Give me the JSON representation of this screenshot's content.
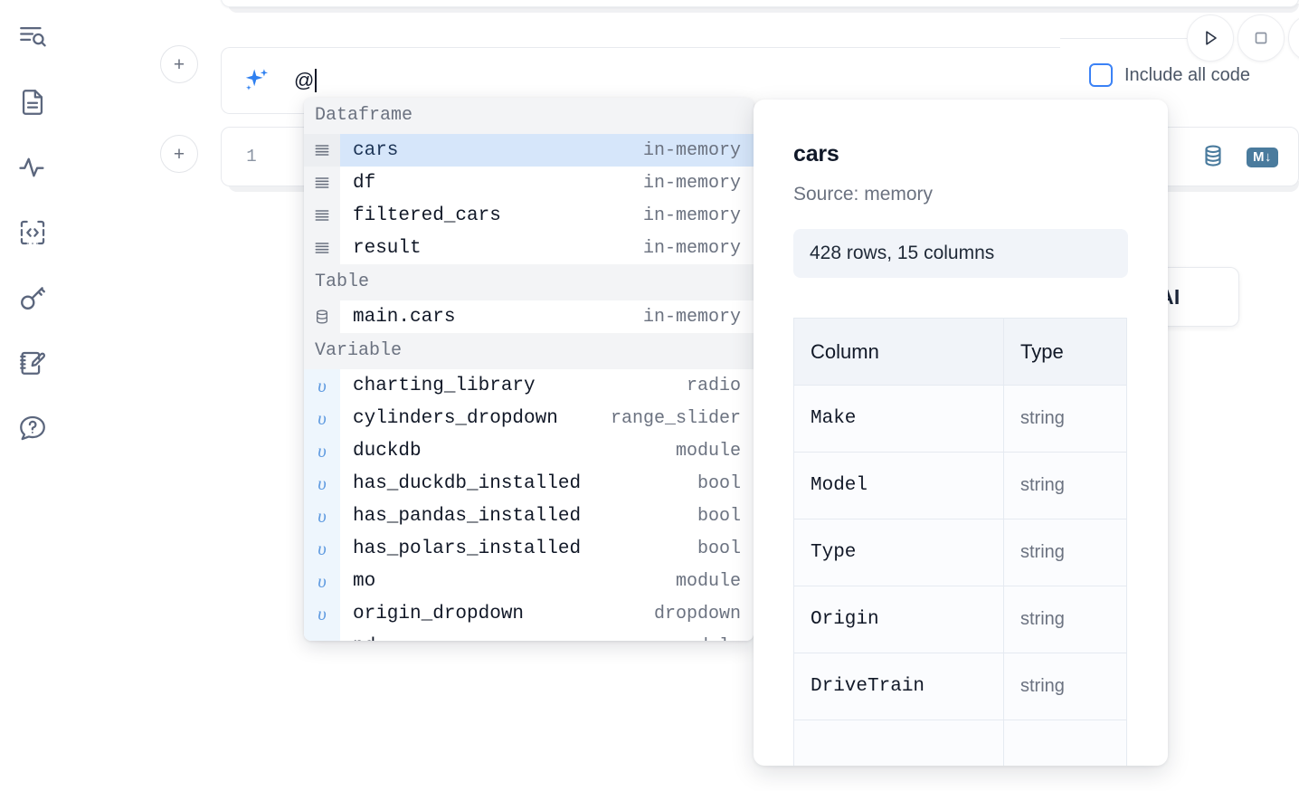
{
  "sidebar": {
    "items": [
      {
        "name": "outline-search-icon",
        "label": "Outline"
      },
      {
        "name": "document-icon",
        "label": "Notebook file"
      },
      {
        "name": "activity-pulse-icon",
        "label": "Activity"
      },
      {
        "name": "code-snippet-icon",
        "label": "Snippets"
      },
      {
        "name": "key-icon",
        "label": "Secrets"
      },
      {
        "name": "scratchpad-edit-icon",
        "label": "Scratchpad"
      },
      {
        "name": "help-chat-icon",
        "label": "Help"
      }
    ]
  },
  "prompt": {
    "value": "@",
    "icon": "sparkles-icon"
  },
  "toolbar": {
    "add_label": "+",
    "run_icon": "play-icon",
    "stop_icon": "stop-icon",
    "include_all_code_label": "Include all code",
    "include_all_code_checked": false
  },
  "cell": {
    "line_number": "1",
    "database_icon": "database-icon",
    "markdown_badge": "M↓"
  },
  "ai_chip": {
    "label": "AI"
  },
  "autocomplete": {
    "sections": [
      {
        "title": "Dataframe",
        "kind": "dataframe",
        "items": [
          {
            "name": "cars",
            "type": "in-memory",
            "selected": true,
            "icon": "dataframe-icon"
          },
          {
            "name": "df",
            "type": "in-memory",
            "selected": false,
            "icon": "dataframe-icon"
          },
          {
            "name": "filtered_cars",
            "type": "in-memory",
            "selected": false,
            "icon": "dataframe-icon"
          },
          {
            "name": "result",
            "type": "in-memory",
            "selected": false,
            "icon": "dataframe-icon"
          }
        ]
      },
      {
        "title": "Table",
        "kind": "table",
        "items": [
          {
            "name": "main.cars",
            "type": "in-memory",
            "selected": false,
            "icon": "database-icon"
          }
        ]
      },
      {
        "title": "Variable",
        "kind": "variable",
        "items": [
          {
            "name": "charting_library",
            "type": "radio",
            "selected": false,
            "icon": "variable-icon"
          },
          {
            "name": "cylinders_dropdown",
            "type": "range_slider",
            "selected": false,
            "icon": "variable-icon"
          },
          {
            "name": "duckdb",
            "type": "module",
            "selected": false,
            "icon": "variable-icon"
          },
          {
            "name": "has_duckdb_installed",
            "type": "bool",
            "selected": false,
            "icon": "variable-icon"
          },
          {
            "name": "has_pandas_installed",
            "type": "bool",
            "selected": false,
            "icon": "variable-icon"
          },
          {
            "name": "has_polars_installed",
            "type": "bool",
            "selected": false,
            "icon": "variable-icon"
          },
          {
            "name": "mo",
            "type": "module",
            "selected": false,
            "icon": "variable-icon"
          },
          {
            "name": "origin_dropdown",
            "type": "dropdown",
            "selected": false,
            "icon": "variable-icon"
          },
          {
            "name": "pd",
            "type": "module",
            "selected": false,
            "icon": "variable-icon"
          }
        ]
      }
    ]
  },
  "preview": {
    "title": "cars",
    "source": "Source: memory",
    "shape": "428 rows, 15 columns",
    "columns_header": "Column",
    "type_header": "Type",
    "rows": [
      {
        "column": "Make",
        "type": "string"
      },
      {
        "column": "Model",
        "type": "string"
      },
      {
        "column": "Type",
        "type": "string"
      },
      {
        "column": "Origin",
        "type": "string"
      },
      {
        "column": "DriveTrain",
        "type": "string"
      },
      {
        "column": "",
        "type": ""
      }
    ]
  },
  "colors": {
    "accent_blue": "#3b82f6",
    "selected_row": "#d6e6fa",
    "icon_steel": "#4a7b9d",
    "section_bg": "#f3f4f6",
    "text_primary": "#111827",
    "text_muted": "#6b7280"
  }
}
